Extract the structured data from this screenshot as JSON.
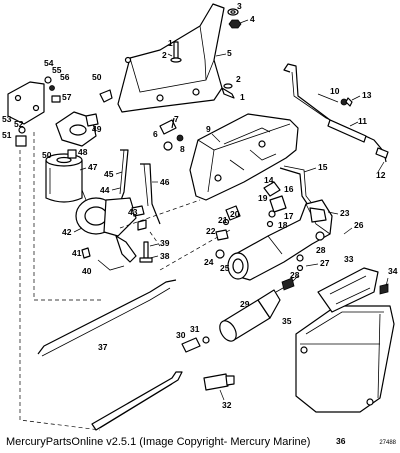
{
  "caption": "MercuryPartsOnline v2.5.1 (Image Copyright- Mercury Marine)",
  "diagram_id": "27488",
  "callouts": [
    "1",
    "2",
    "3",
    "4",
    "5",
    "6",
    "7",
    "8",
    "9",
    "10",
    "11",
    "12",
    "13",
    "14",
    "15",
    "16",
    "17",
    "18",
    "19",
    "20",
    "21",
    "22",
    "23",
    "24",
    "25",
    "26",
    "27",
    "28",
    "29",
    "30",
    "31",
    "32",
    "33",
    "34",
    "35",
    "36",
    "37",
    "38",
    "39",
    "40",
    "41",
    "42",
    "43",
    "44",
    "45",
    "46",
    "47",
    "48",
    "49",
    "50",
    "51",
    "52",
    "53",
    "54",
    "55",
    "56",
    "57"
  ]
}
